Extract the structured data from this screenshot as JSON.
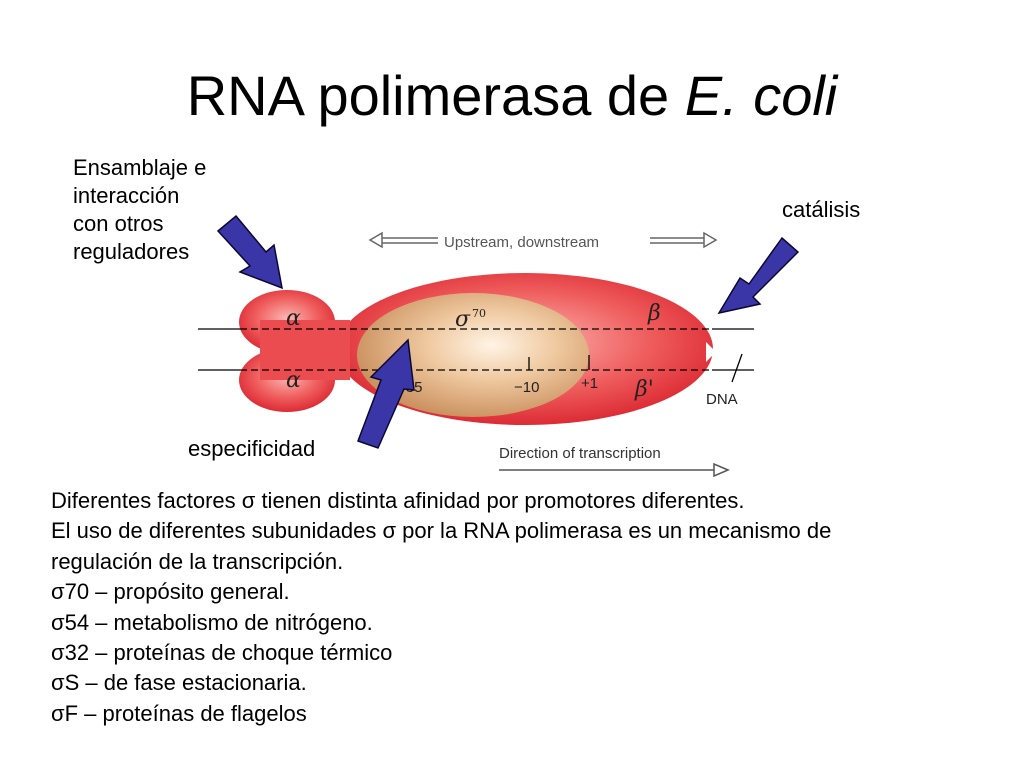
{
  "slide": {
    "title_main": "RNA polimerasa de ",
    "title_italic": "E. coli"
  },
  "callouts": {
    "ensamblaje": [
      "Ensamblaje  e",
      "interacción",
      "con otros",
      "reguladores"
    ],
    "catalisis": "catálisis",
    "especificidad": "especificidad"
  },
  "figure": {
    "upstream_label": "Upstream, downstream",
    "direction_label": "Direction of transcription",
    "subunits": {
      "alpha_top": "α",
      "alpha_bottom": "α",
      "sigma": "σ",
      "sigma_sup": "70",
      "beta": "β",
      "beta_prime": "β'"
    },
    "positions": {
      "minus35": "−35",
      "minus10": "−10",
      "plus1": "+1"
    },
    "dna_label": "DNA"
  },
  "colors": {
    "polymerase_red": "#e0303a",
    "sigma_tan": "#d8a070",
    "arrow_fill": "#3a36a8"
  },
  "body": {
    "lines": [
      "Diferentes factores σ tienen distinta afinidad por promotores diferentes.",
      "El uso de diferentes subunidades σ por la RNA polimerasa es un mecanismo de",
      "regulación de la transcripción.",
      "σ70 – propósito general.",
      "σ54 – metabolismo de nitrógeno.",
      "σ32 – proteínas de choque térmico",
      "σS  – de fase estacionaria.",
      "σF  – proteínas de flagelos"
    ]
  }
}
